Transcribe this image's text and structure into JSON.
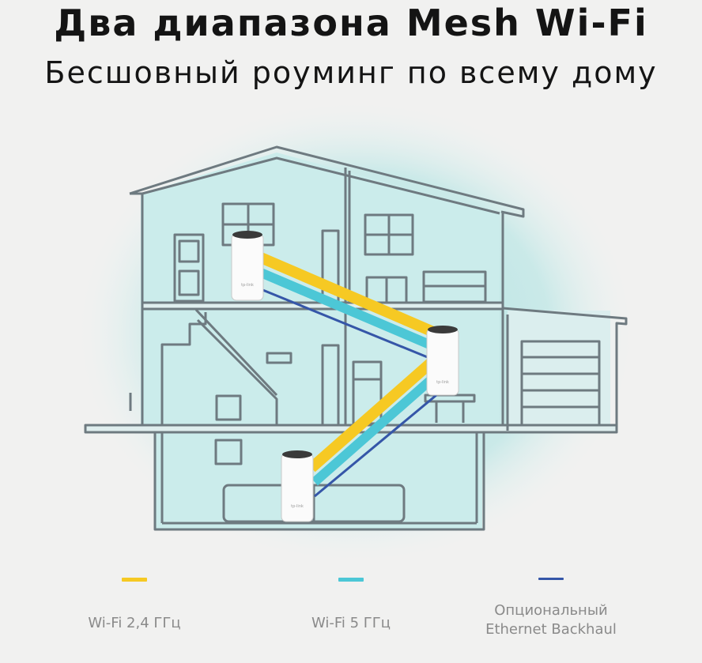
{
  "header": {
    "title": "Два диапазона Mesh Wi-Fi",
    "subtitle": "Бесшовный роуминг по всему дому"
  },
  "colors": {
    "background": "#f1f1f0",
    "house_line": "#6e7a80",
    "coverage": "#bfe6e6",
    "wifi_24": "#f6c923",
    "wifi_5": "#4cc7d6",
    "ethernet": "#3556a8"
  },
  "routers": [
    {
      "brand": "tp-link"
    },
    {
      "brand": "tp-link"
    },
    {
      "brand": "tp-link"
    }
  ],
  "legend": [
    {
      "color": "#f6c923",
      "label": "Wi-Fi 2,4 ГГц",
      "label2": ""
    },
    {
      "color": "#4cc7d6",
      "label": "Wi-Fi 5 ГГц",
      "label2": ""
    },
    {
      "color": "#3556a8",
      "label": "Опциональный",
      "label2": "Ethernet Backhaul"
    }
  ]
}
